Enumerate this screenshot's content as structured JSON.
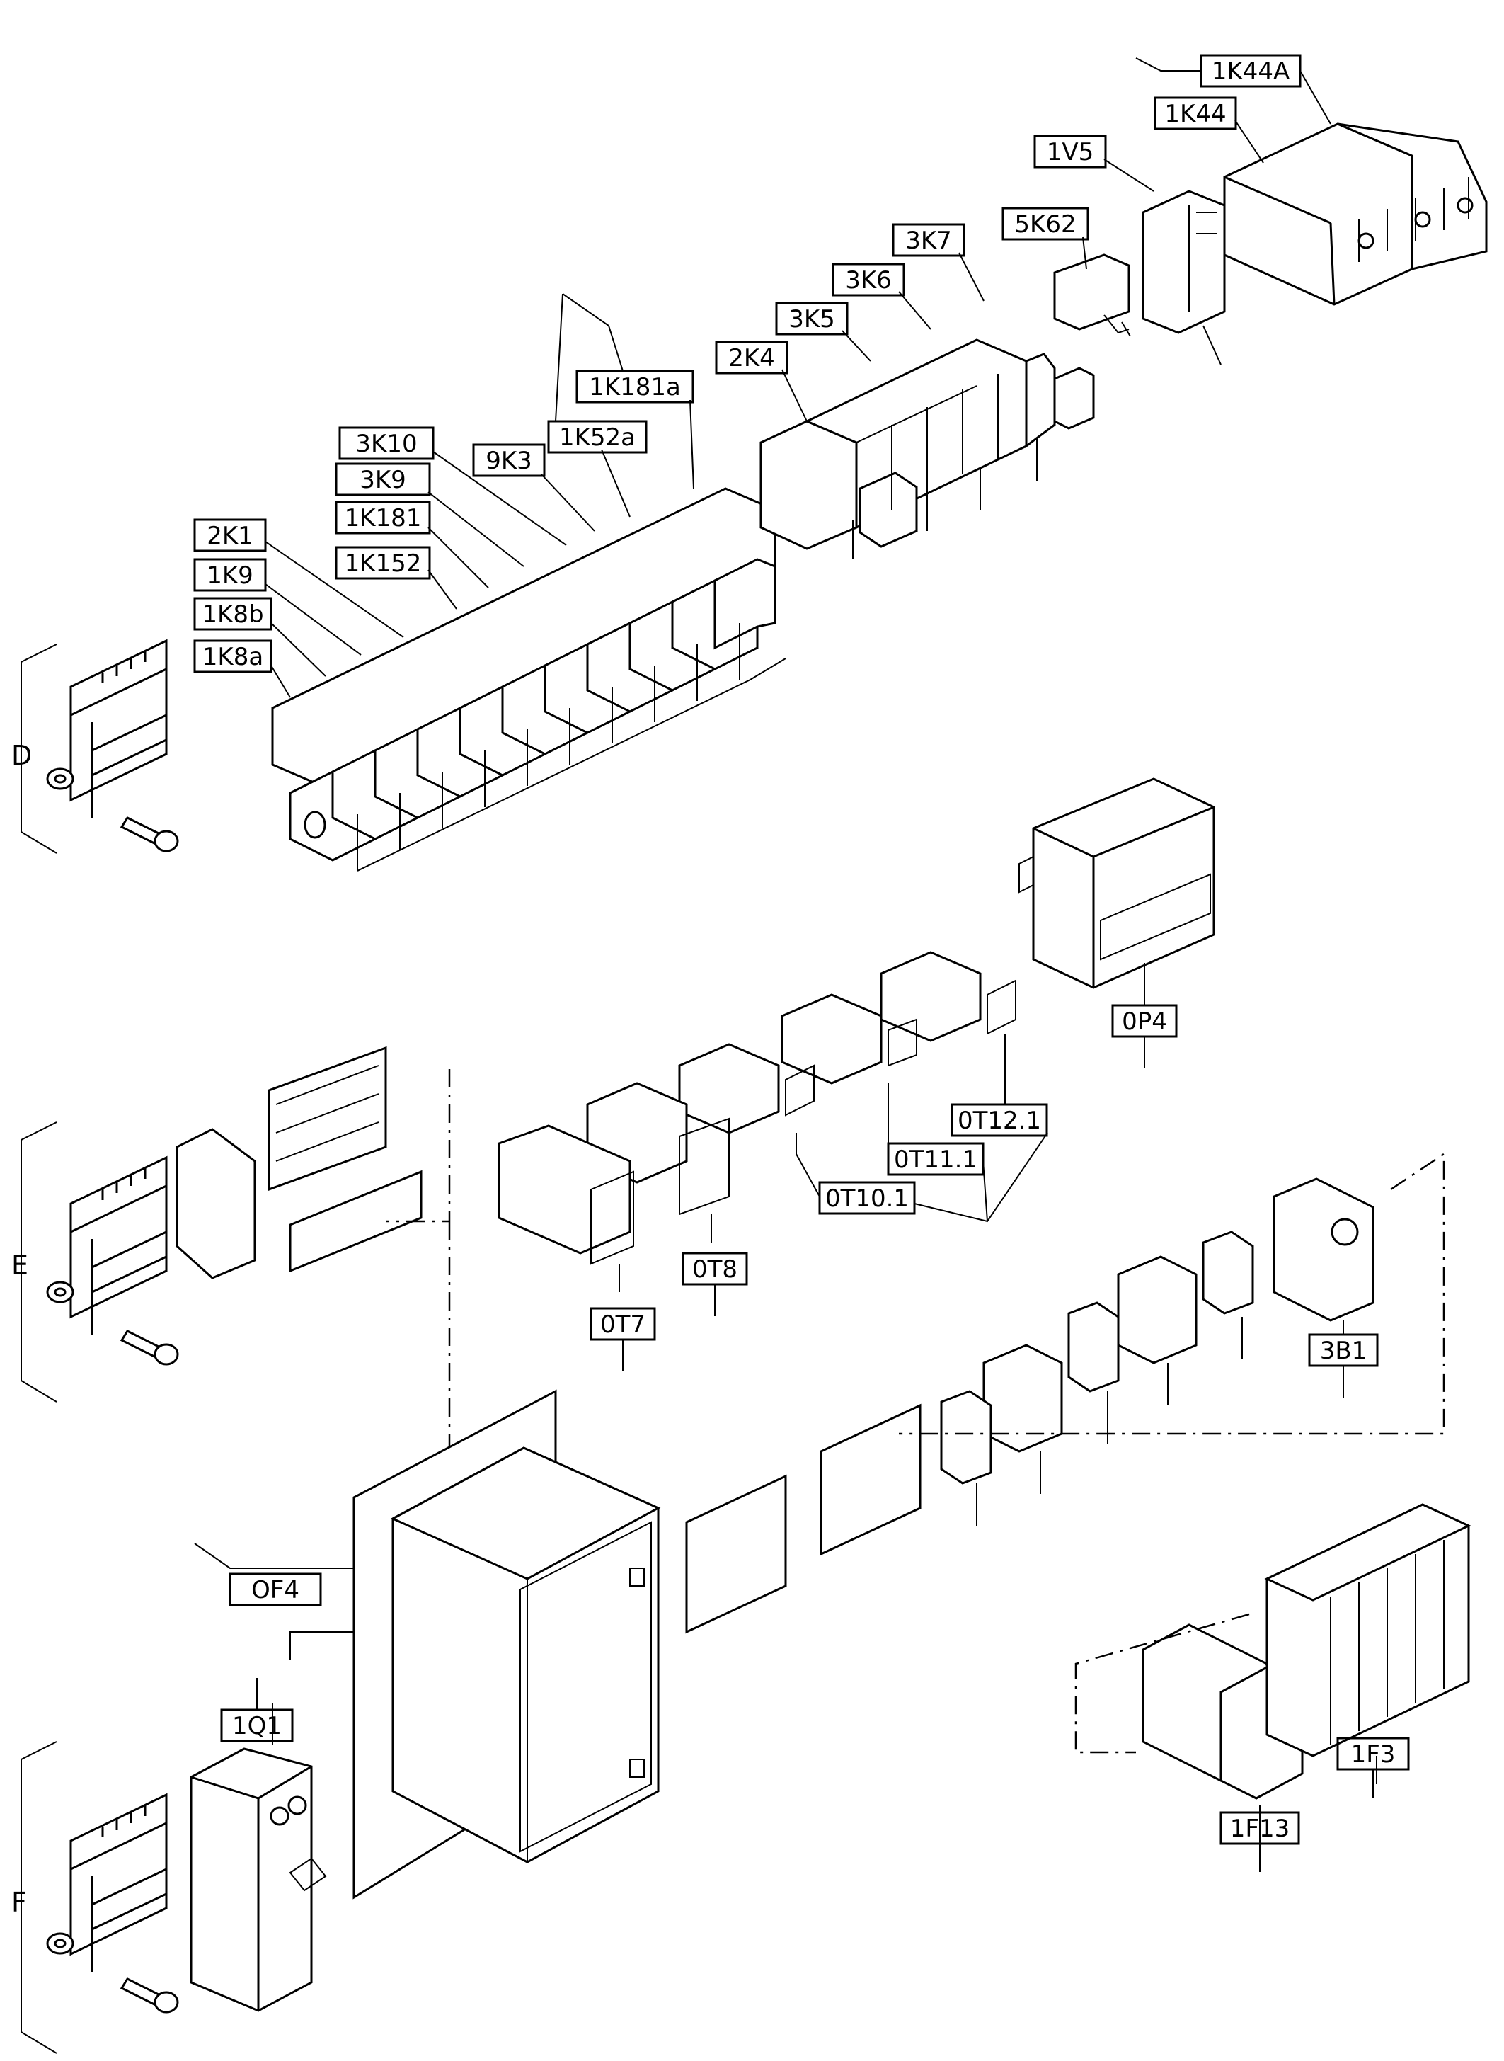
{
  "sections": {
    "d": "D",
    "e": "E",
    "f": "F"
  },
  "labels": {
    "k44a": "1K44A",
    "k44": "1K44",
    "v5": "1V5",
    "k62": "5K62",
    "k7": "3K7",
    "k6": "3K6",
    "k5": "3K5",
    "k4": "2K4",
    "k181a": "1K181a",
    "k52a": "1K52a",
    "k3": "9K3",
    "k10": "3K10",
    "k9": "3K9",
    "k181": "1K181",
    "k152": "1K152",
    "k1": "2K1",
    "k9b": "1K9",
    "k8b": "1K8b",
    "k8a": "1K8a",
    "p4": "0P4",
    "t121": "0T12.1",
    "t111": "0T11.1",
    "t101": "0T10.1",
    "t8": "0T8",
    "t7": "0T7",
    "b1": "3B1",
    "of4": "OF4",
    "q1": "1Q1",
    "f3": "1F3",
    "f13": "1F13"
  }
}
